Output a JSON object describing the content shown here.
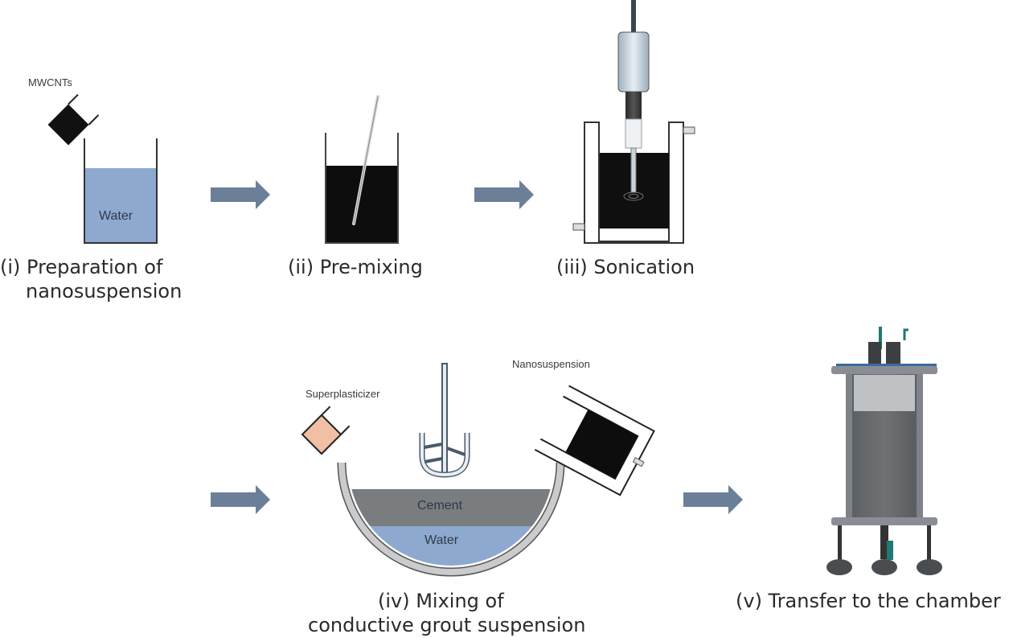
{
  "title": "Preparation process of conductive grout suspension",
  "colors": {
    "water": "#8ea9cf",
    "cement": "#7a7d80",
    "arrow": "#6b7f99",
    "mwcnt": "#111111",
    "superplasticizer": "#f1bfa3",
    "chamber_accent": "#1e7a73"
  },
  "steps": [
    {
      "id": "i",
      "caption_line1": "(i) Preparation of",
      "caption_line2": "nanosuspension",
      "labels": {
        "material": "MWCNTs",
        "liquid": "Water"
      }
    },
    {
      "id": "ii",
      "caption_line1": "(ii) Pre-mixing"
    },
    {
      "id": "iii",
      "caption_line1": "(iii) Sonication"
    },
    {
      "id": "iv",
      "caption_line1": "(iv) Mixing of",
      "caption_line2": "conductive grout suspension",
      "labels": {
        "additive": "Superplasticizer",
        "suspension": "Nanosuspension",
        "top_layer": "Cement",
        "bottom_layer": "Water"
      }
    },
    {
      "id": "v",
      "caption_line1": "(v) Transfer to the chamber"
    }
  ],
  "flow_arrows": [
    "i-to-ii",
    "ii-to-iii",
    "iii-to-iv",
    "iv-to-v"
  ]
}
